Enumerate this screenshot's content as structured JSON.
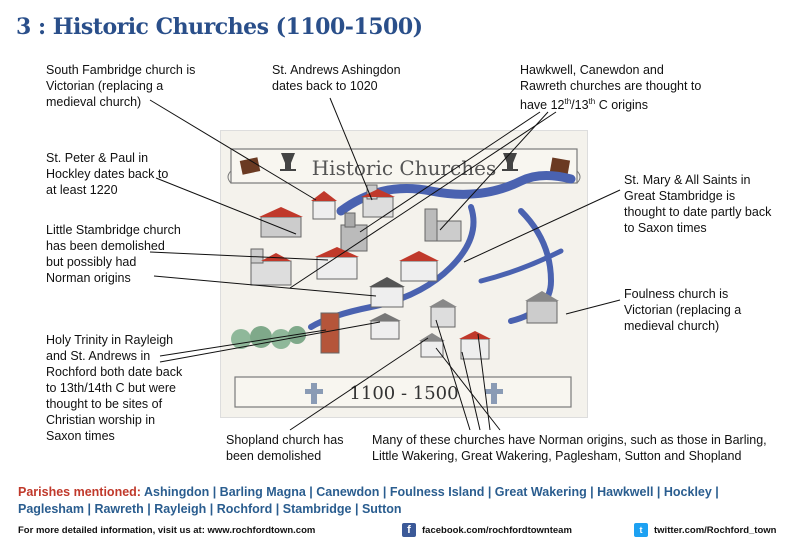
{
  "title": "3 : Historic Churches (1100-1500)",
  "notes": {
    "south_fambridge": "South Fambridge church is Victorian (replacing a medieval church)",
    "ashingdon": "St. Andrews Ashingdon dates back to 1020",
    "hawkwell": "Hawkwell, Canewdon and Rawreth churches are thought to have 12th/13th C origins",
    "hockley": "St. Peter & Paul in Hockley dates back to at least 1220",
    "great_stambridge": "St. Mary & All Saints in Great Stambridge is thought to date partly back to Saxon times",
    "little_stambridge": "Little Stambridge church has been demolished but possibly had Norman origins",
    "foulness": "Foulness church is Victorian (replacing a medieval church)",
    "holy_trinity": "Holy Trinity in Rayleigh and St. Andrews in Rochford both date back to 13th/14th C but were thought to be sites of Christian worship in Saxon times",
    "shopland": "Shopland church has been demolished",
    "norman": "Many of these churches have Norman origins, such as those in Barling, Little Wakering, Great Wakering, Paglesham, Sutton and Shopland"
  },
  "map": {
    "banner": "Historic Churches",
    "dates": "1100 - 1500"
  },
  "parishes": {
    "label": "Parishes mentioned:",
    "list": "Ashingdon | Barling Magna | Canewdon | Foulness Island | Great Wakering | Hawkwell | Hockley | Paglesham | Rawreth | Rayleigh | Rochford | Stambridge | Sutton"
  },
  "footer": {
    "website": "For more detailed information, visit us at: www.rochfordtown.com",
    "facebook": "facebook.com/rochfordtownteam",
    "twitter": "twitter.com/Rochford_town"
  },
  "colors": {
    "title": "#2a4f8a",
    "parish_label": "#c0392b",
    "parish_list": "#2a5d8f",
    "river": "#4a62b0",
    "roof": "#c0392b"
  }
}
